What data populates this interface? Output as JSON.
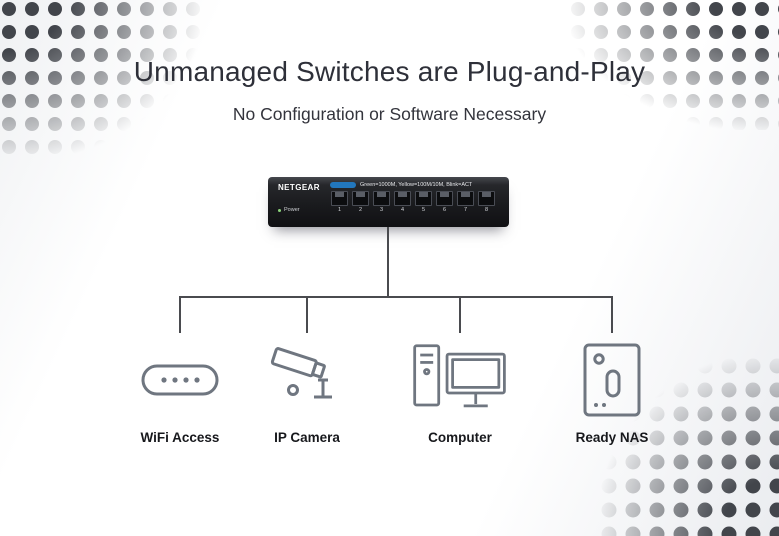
{
  "page": {
    "title": "Unmanaged Switches are Plug-and-Play",
    "subtitle": "No Configuration or Software Necessary"
  },
  "switch": {
    "brand": "NETGEAR",
    "power_label": "Power",
    "led_legend": "Green=1000M, Yellow=100M/10M, Blink=ACT",
    "ports": [
      "1",
      "2",
      "3",
      "4",
      "5",
      "6",
      "7",
      "8"
    ]
  },
  "devices": [
    {
      "label": "WiFi Access",
      "icon": "wifi-access-point-icon"
    },
    {
      "label": "IP Camera",
      "icon": "ip-camera-icon"
    },
    {
      "label": "Computer",
      "icon": "desktop-computer-icon"
    },
    {
      "label": "Ready NAS",
      "icon": "nas-icon"
    }
  ],
  "colors": {
    "title_text": "#2e3039",
    "connector_line": "#4a4b4f",
    "icon_stroke": "#6f7680",
    "corner_dots": "#42454b",
    "badge_blue": "#2277bd",
    "switch_body": "#1a1b1e"
  }
}
